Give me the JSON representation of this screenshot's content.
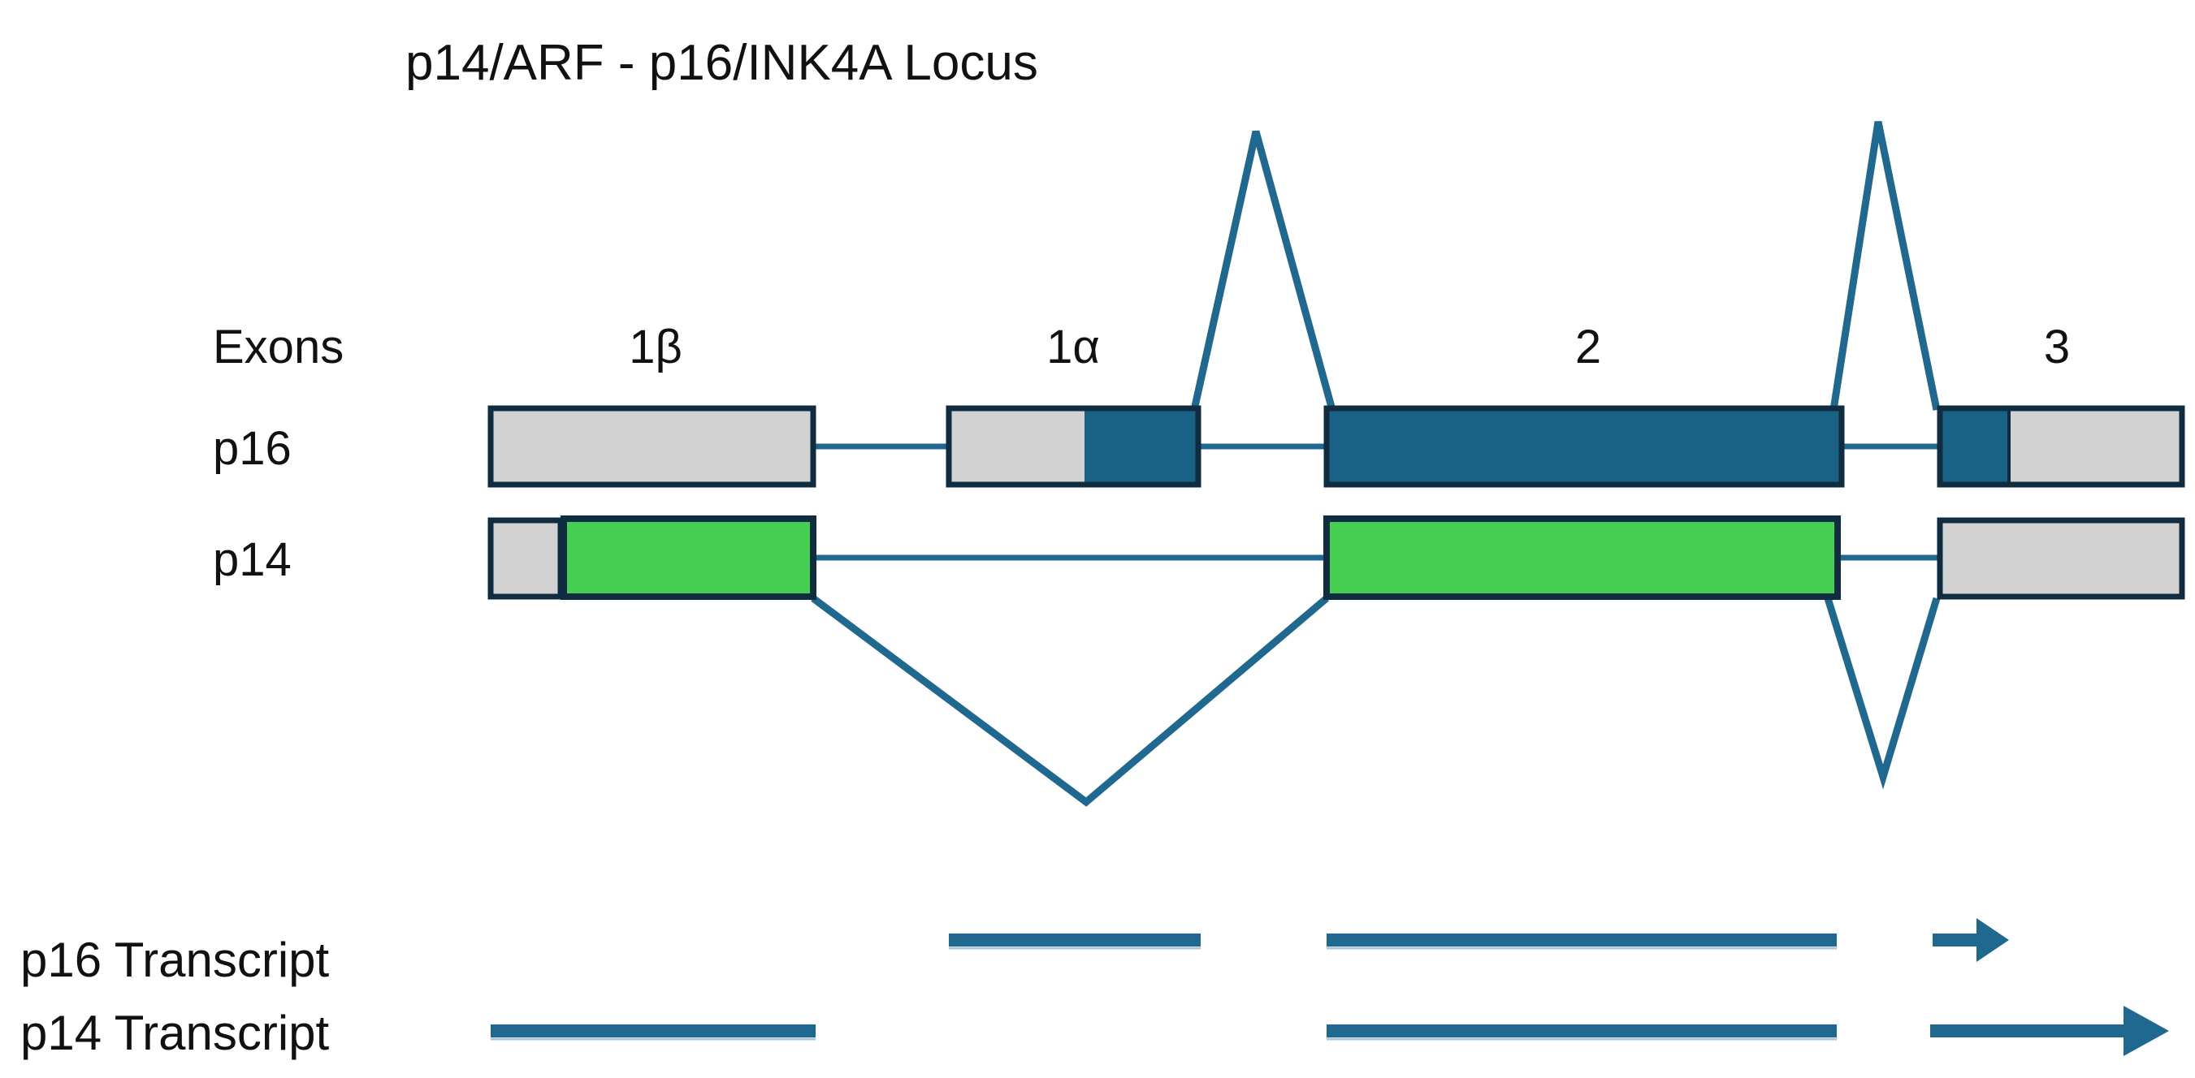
{
  "title": "p14/ARF - p16/INK4A Locus",
  "labels": {
    "exons_header": "Exons",
    "exon_1b": "1β",
    "exon_1a": "1α",
    "exon_2": "2",
    "exon_3": "3",
    "row_p16": "p16",
    "row_p14": "p14",
    "p16_transcript": "p16 Transcript",
    "p14_transcript": "p14 Transcript"
  },
  "colors": {
    "background": "#FFFFFF",
    "text_black": "#111111",
    "noncoding_gray": "#D2D2D2",
    "coding_dark_teal": "#1A6285",
    "arf_green": "#45CF52",
    "box_border_navy": "#0F2C40",
    "line_teal": "#1F6890",
    "bar_edge_light": "#A9C7D9"
  },
  "diagram": {
    "rows": [
      {
        "label": "p16",
        "exons": [
          {
            "exon": "1β",
            "segments": [
              "noncoding_gray"
            ]
          },
          {
            "exon": "1α",
            "segments": [
              "noncoding_gray",
              "coding_dark_teal"
            ]
          },
          {
            "exon": "2",
            "segments": [
              "coding_dark_teal"
            ]
          },
          {
            "exon": "3",
            "segments": [
              "coding_dark_teal",
              "noncoding_gray"
            ]
          }
        ],
        "splice_junctions": [
          "1α to 2 (peak above)",
          "2 to 3 (peak above)"
        ]
      },
      {
        "label": "p14",
        "exons": [
          {
            "exon": "1β",
            "segments": [
              "noncoding_gray",
              "arf_green"
            ]
          },
          {
            "exon": "2",
            "segments": [
              "arf_green"
            ]
          },
          {
            "exon": "3",
            "segments": [
              "noncoding_gray"
            ]
          }
        ],
        "splice_junctions": [
          "1β to 2 (dip below)",
          "2 to 3 (dip below)"
        ]
      }
    ],
    "transcripts": [
      {
        "label": "p16 Transcript",
        "segments": [
          "under exon 1α",
          "under exon 2",
          "under exon 3 with right arrowhead"
        ]
      },
      {
        "label": "p14 Transcript",
        "segments": [
          "under exon 1β",
          "under exon 2",
          "under exon 3 with right arrowhead"
        ]
      }
    ]
  }
}
